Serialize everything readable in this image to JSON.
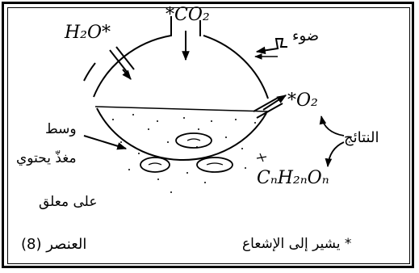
{
  "labels": {
    "water": "H₂O*",
    "co2": "*CO₂",
    "light": "ضوء",
    "oxygen": "*O₂",
    "products": "النتائج",
    "sugar": "CₙH₂ₙOₙ",
    "medium_line1": "وسط",
    "medium_line2": "مغذّ يحتوي",
    "medium_line3": "على معلق",
    "element": "العنصر (8)",
    "note": "* يشير إلى الإشعاع"
  }
}
